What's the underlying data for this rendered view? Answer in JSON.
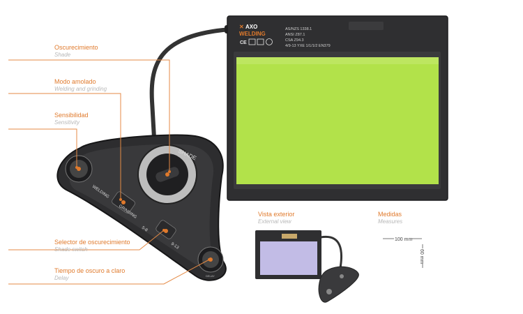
{
  "callouts": [
    {
      "es": "Oscurecimiento",
      "en": "Shade"
    },
    {
      "es": "Modo amolado",
      "en": "Welding and grinding"
    },
    {
      "es": "Sensibilidad",
      "en": "Sensitivity"
    },
    {
      "es": "Selector de oscurecimiento",
      "en": "Shade switch"
    },
    {
      "es": "Tiempo de oscuro a claro",
      "en": "Delay"
    }
  ],
  "filter": {
    "brand_top": "AXO",
    "brand_bottom": "WELDING",
    "spec_lines": [
      "AS/NZS 1338.1",
      "ANSI Z87.1",
      "CSA Z94.3",
      "4/9-13 YXE 1/1/1/2 EN379"
    ],
    "lens_color": "#b2e24a"
  },
  "control": {
    "shade_label": "SHADE",
    "welding_label": "WELDING",
    "grinding_label": "GRINDING",
    "range_low": "5-8",
    "range_high": "9-13",
    "delay_label": "DELAY"
  },
  "external_view": {
    "es": "Vista exterior",
    "en": "External view"
  },
  "measures": {
    "es": "Medidas",
    "en": "Measures",
    "width": "100 mm",
    "height": "60 mm"
  }
}
